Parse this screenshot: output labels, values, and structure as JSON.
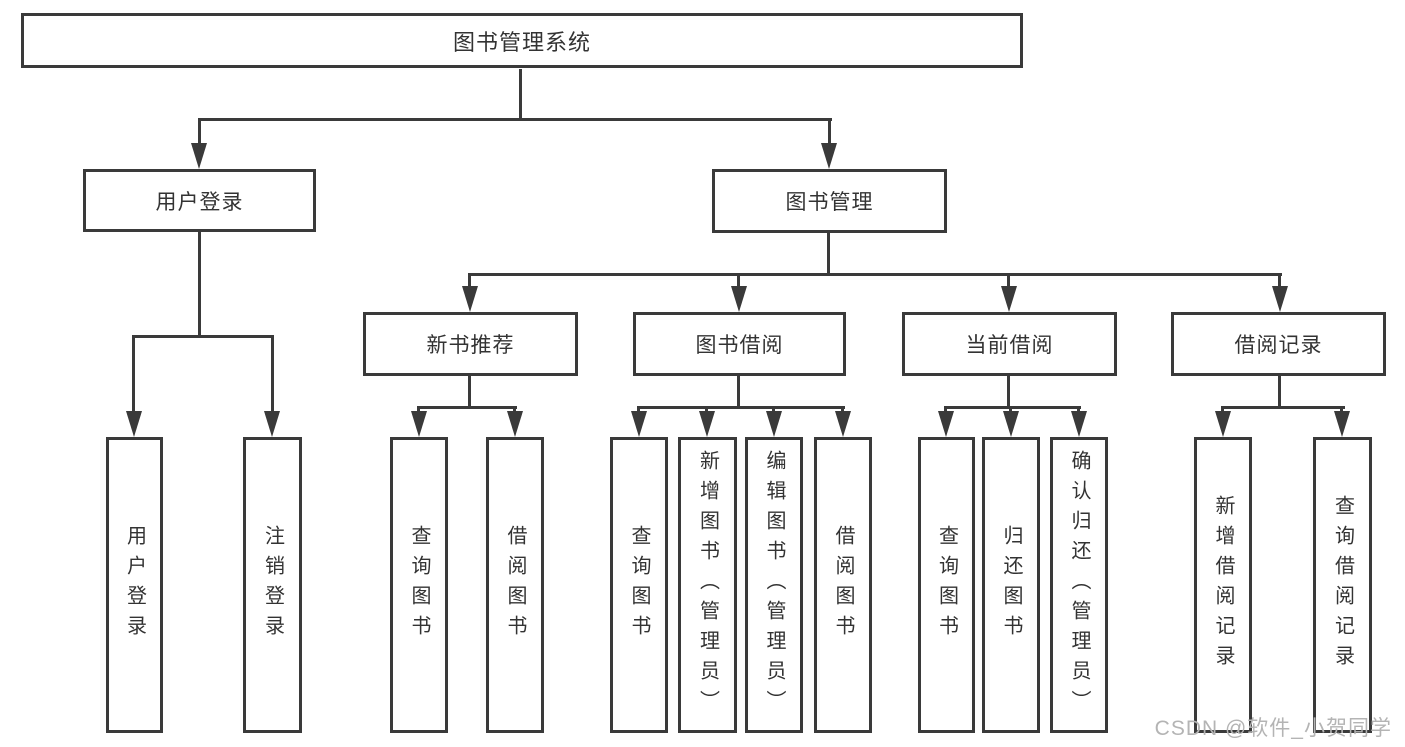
{
  "colors": {
    "background": "#ffffff",
    "line": "#3a3a3a",
    "text": "#333333",
    "watermark": "#b4b4b4"
  },
  "diagram": {
    "title": "图书管理系统",
    "branches": [
      {
        "label": "用户登录",
        "children": [
          {
            "label": "用户登录"
          },
          {
            "label": "注销登录"
          }
        ]
      },
      {
        "label": "图书管理",
        "children": [
          {
            "label": "新书推荐",
            "children": [
              {
                "label": "查询图书"
              },
              {
                "label": "借阅图书"
              }
            ]
          },
          {
            "label": "图书借阅",
            "children": [
              {
                "label": "查询图书"
              },
              {
                "label": "新增图书（管理员）"
              },
              {
                "label": "编辑图书（管理员）"
              },
              {
                "label": "借阅图书"
              }
            ]
          },
          {
            "label": "当前借阅",
            "children": [
              {
                "label": "查询图书"
              },
              {
                "label": "归还图书"
              },
              {
                "label": "确认归还（管理员）"
              }
            ]
          },
          {
            "label": "借阅记录",
            "children": [
              {
                "label": "新增借阅记录"
              },
              {
                "label": "查询借阅记录"
              }
            ]
          }
        ]
      }
    ]
  },
  "watermark": {
    "text": "CSDN @软件_小贺同学"
  }
}
